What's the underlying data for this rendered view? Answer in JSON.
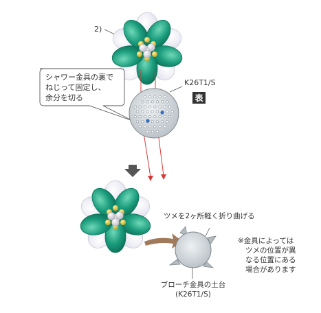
{
  "step": {
    "number": "2)"
  },
  "callout": {
    "lines": [
      "シャワー金具の裏で",
      "ねじって固定し、",
      "余分を切る"
    ]
  },
  "shower": {
    "code": "K26T1/S",
    "face_label": "表"
  },
  "brooch": {
    "bend_label": "ツメを2ヶ所軽く折り曲げる",
    "base_label": "ブローチ金具の土台",
    "base_code": "(K26T1/S)"
  },
  "note": {
    "lines": [
      "※金具によっては",
      "ツメの位置が異",
      "なる位置にある",
      "場合があります"
    ]
  },
  "colors": {
    "petal_green": "#1a9c7c",
    "petal_green_dark": "#0e6f58",
    "petal_white": "#f4f4fb",
    "metal": "#cfd5d9",
    "wire": "#d83a3a",
    "arrow": "#a07a5a",
    "pearl": "#e8e8ee",
    "bead_gold": "#e0c030",
    "face_badge": "#333333"
  }
}
